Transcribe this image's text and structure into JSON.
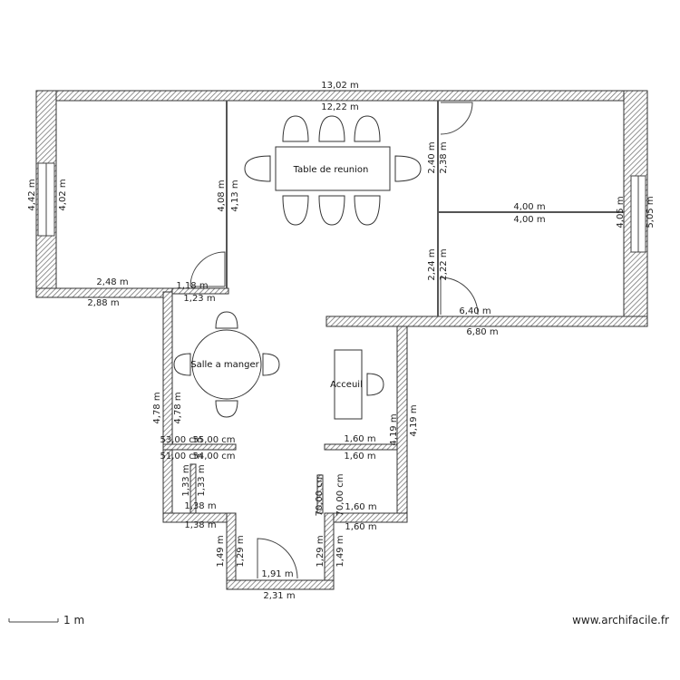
{
  "rooms": {
    "meeting": "Table de reunion",
    "dining": "Salle a manger",
    "reception": "Acceuil"
  },
  "dimensions": {
    "overall_width_outer": "13,02 m",
    "overall_width_inner": "12,22 m",
    "left_height_outer": "4,42 m",
    "left_height_inner": "4,02 m",
    "partition1_a": "4,08 m",
    "partition1_b": "4,13 m",
    "left_bottom_inner": "2,48 m",
    "left_bottom_outer": "2,88 m",
    "step_top": "1,18 m",
    "step_bottom": "1,23 m",
    "right_upper_a": "2,40 m",
    "right_upper_b": "2,38 m",
    "right_middle_top": "4,00 m",
    "right_middle_bottom": "4,00 m",
    "right_height_a": "4,05 m",
    "right_height_b": "5,05 m",
    "right_lower_a": "2,24 m",
    "right_lower_b": "2,22 m",
    "right_bottom_inner": "6,40 m",
    "right_bottom_outer": "6,80 m",
    "lower_left_outer": "4,78 m",
    "lower_left_inner": "4,78 m",
    "lower_right_inner": "4,19 m",
    "lower_right_outer": "4,19 m",
    "cm_top_a": "53,00 cm",
    "cm_top_b": "55,00 cm",
    "cm_bot_a": "51,00 cm",
    "cm_bot_b": "54,00 cm",
    "mid_right_top": "1,60 m",
    "mid_right_bottom": "1,60 m",
    "left_notch_a": "1,33 m",
    "left_notch_b": "1,33 m",
    "left_notch_top": "1,38 m",
    "left_notch_bottom": "1,38 m",
    "right_notch_cm_a": "70,00 cm",
    "right_notch_cm_b": "70,00 cm",
    "right_notch_top": "1,60 m",
    "right_notch_bottom": "1,60 m",
    "entry_left_a": "1,49 m",
    "entry_left_b": "1,29 m",
    "entry_right_a": "1,29 m",
    "entry_right_b": "1,49 m",
    "entry_inner": "1,91 m",
    "entry_outer": "2,31 m"
  },
  "scale": {
    "label": "1 m"
  },
  "brand": "www.archifacile.fr",
  "colors": {
    "wall_stroke": "#333333",
    "hatch": "#777777",
    "background": "#ffffff"
  }
}
